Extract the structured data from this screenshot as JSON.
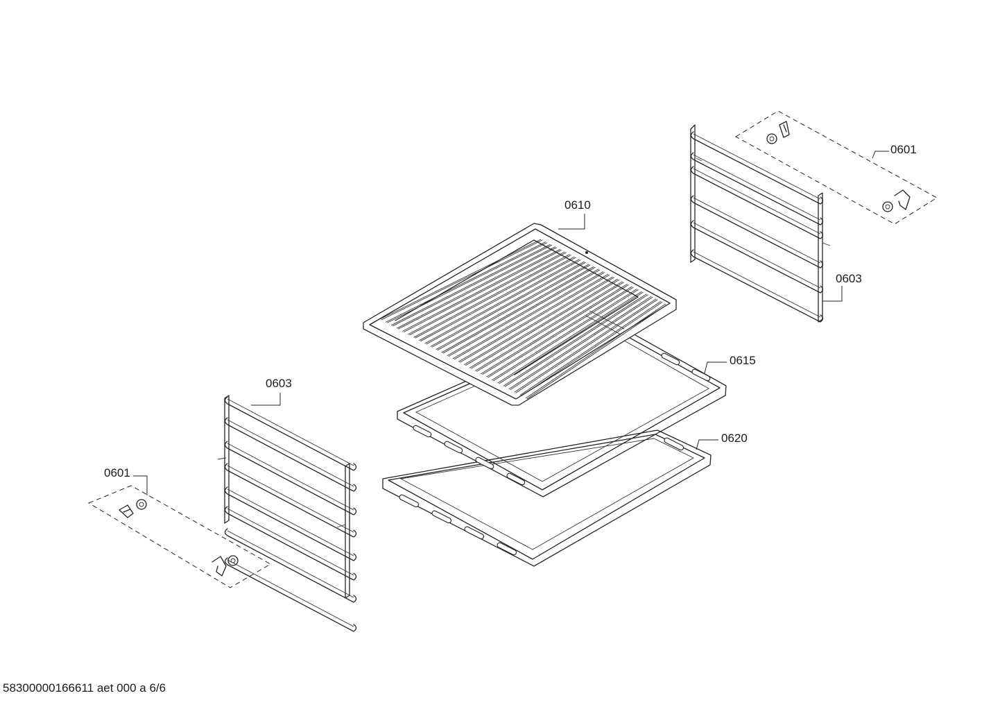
{
  "labels": {
    "rail_pin_top": "0601",
    "rack": "0610",
    "rail_right": "0603",
    "baking_tray": "0615",
    "rail_left": "0603",
    "pan": "0620",
    "rail_pin_bottom": "0601"
  },
  "footer": "58300000166611 aet 000 a 6/6"
}
